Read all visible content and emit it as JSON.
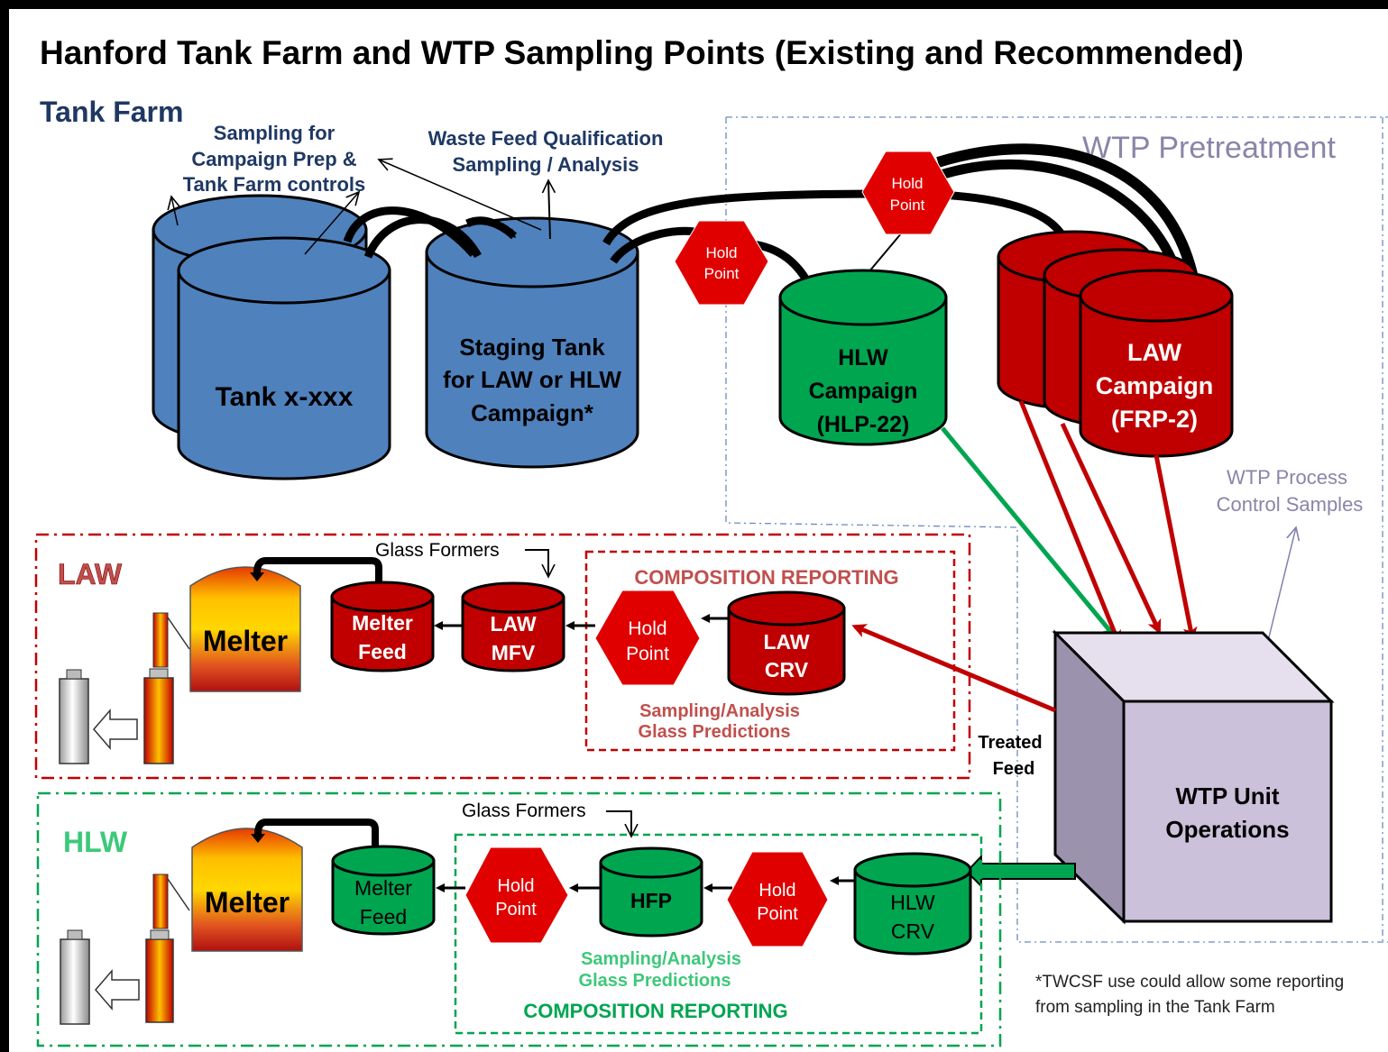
{
  "title": "Hanford Tank Farm and WTP Sampling Points (Existing and Recommended)",
  "tank_farm_label": "Tank Farm",
  "wtp_pretreatment_label": "WTP Pretreatment",
  "sampling_campaign": [
    "Sampling for",
    "Campaign Prep &",
    "Tank Farm controls"
  ],
  "waste_feed_qual": [
    "Waste Feed Qualification",
    "Sampling / Analysis"
  ],
  "tank_xxx": "Tank x-xxx",
  "staging_tank": [
    "Staging Tank",
    "for LAW or HLW",
    "Campaign*"
  ],
  "hold_point": [
    "Hold",
    "Point"
  ],
  "hlw_campaign": [
    "HLW",
    "Campaign",
    "(HLP-22)"
  ],
  "law_campaign": [
    "LAW",
    "Campaign",
    "(FRP-2)"
  ],
  "wtp_process_control": [
    "WTP Process",
    "Control Samples"
  ],
  "law_section": {
    "label": "LAW",
    "glass_formers": "Glass Formers",
    "composition_reporting": "COMPOSITION REPORTING",
    "melter": "Melter",
    "melter_feed": [
      "Melter",
      "Feed"
    ],
    "mfv": [
      "LAW",
      "MFV"
    ],
    "crv": [
      "LAW",
      "CRV"
    ],
    "sampling": [
      "Sampling/Analysis",
      "Glass Predictions"
    ]
  },
  "hlw_section": {
    "label": "HLW",
    "glass_formers": "Glass Formers",
    "composition_reporting": "COMPOSITION REPORTING",
    "melter": "Melter",
    "melter_feed": [
      "Melter",
      "Feed"
    ],
    "hfp": "HFP",
    "crv": [
      "HLW",
      "CRV"
    ],
    "sampling": [
      "Sampling/Analysis",
      "Glass Predictions"
    ]
  },
  "treated_feed": [
    "Treated",
    "Feed"
  ],
  "wtp_unit_ops": [
    "WTP Unit",
    "Operations"
  ],
  "footnote": [
    "*TWCSF use could allow some reporting",
    "from sampling in the Tank Farm"
  ],
  "colors": {
    "blue_tank": "#4f81bd",
    "red_tank": "#c00000",
    "green_tank": "#00a550",
    "hold_red": "#e00000",
    "box_lavender": "#ccc1da",
    "law_dash": "#c00000",
    "hlw_dash": "#00a550",
    "navy_text": "#1f3864",
    "purple_text": "#7f7f9f"
  }
}
